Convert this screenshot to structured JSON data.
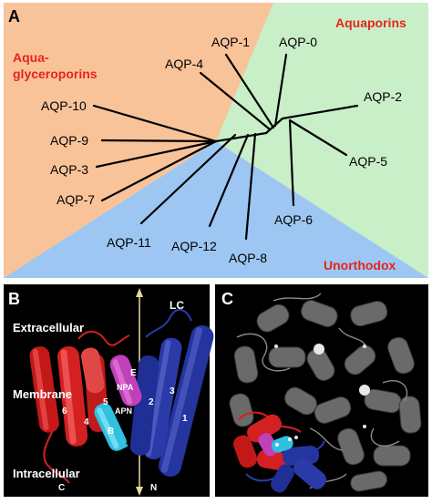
{
  "panel_a": {
    "label": "A",
    "groups": {
      "aquaporins": "Aquaporins",
      "aquaglyceroporins_line1": "Aqua-",
      "aquaglyceroporins_line2": "glyceroporins",
      "unorthodox": "Unorthodox"
    },
    "leaves": {
      "aqp1": "AQP-1",
      "aqp0": "AQP-0",
      "aqp4": "AQP-4",
      "aqp2": "AQP-2",
      "aqp5": "AQP-5",
      "aqp10": "AQP-10",
      "aqp9": "AQP-9",
      "aqp3": "AQP-3",
      "aqp7": "AQP-7",
      "aqp6": "AQP-6",
      "aqp11": "AQP-11",
      "aqp12": "AQP-12",
      "aqp8": "AQP-8"
    },
    "colors": {
      "aquaporins_bg": "#c9efc9",
      "aquaglyceroporins_bg": "#f9c39a",
      "unorthodox_bg": "#9dc7f2",
      "group_label": "#e8231c"
    }
  },
  "panel_b": {
    "label": "B",
    "extracellular": "Extracellular",
    "membrane": "Membrane",
    "intracellular": "Intracellular",
    "lc": "LC",
    "c_terminus": "C",
    "n_terminus": "N",
    "npa": "NPA",
    "apn": "APN",
    "helices": {
      "h1": "1",
      "h2": "2",
      "h3": "3",
      "h4": "4",
      "h5": "5",
      "h6": "6",
      "he": "E",
      "hb": "B"
    },
    "colors": {
      "red": "#d42020",
      "blue": "#2a3aa8",
      "magenta": "#c040b8",
      "cyan": "#30c0e0"
    }
  },
  "panel_c": {
    "label": "C",
    "colors": {
      "tetramer_grey": "#6a6a6a"
    }
  }
}
